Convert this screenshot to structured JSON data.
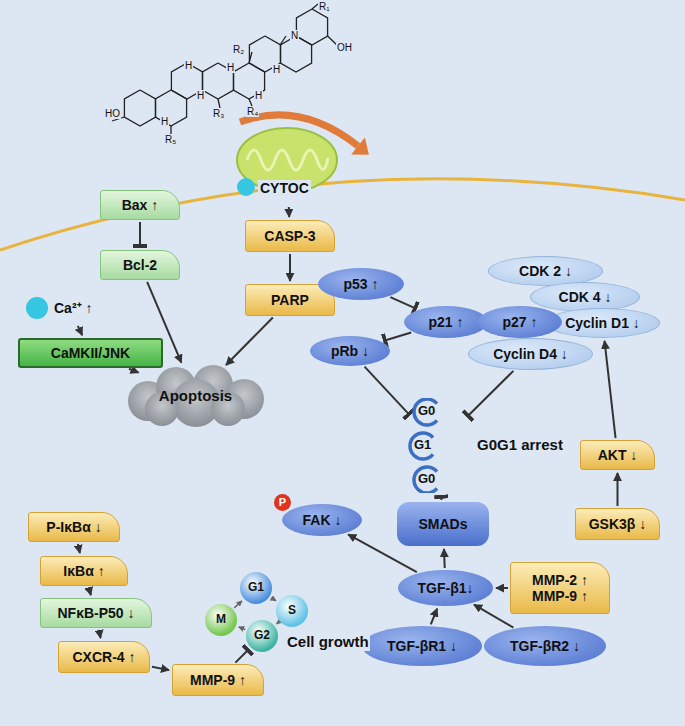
{
  "diagram": {
    "nodes": [
      {
        "text": [
          "Bax ↑"
        ]
      },
      {
        "text": [
          "Bcl-2"
        ]
      },
      {
        "text": [
          "CYTOC"
        ]
      },
      {
        "text": [
          "CASP-3"
        ]
      },
      {
        "text": [
          "PARP"
        ]
      },
      {
        "text": [
          "Ca²⁺ ↑"
        ]
      },
      {
        "text": [
          "CaMKII/JNK"
        ]
      },
      {
        "text": [
          "Apoptosis"
        ]
      },
      {
        "text": [
          "P-IκBα ↓"
        ]
      },
      {
        "text": [
          "IκBα ↑"
        ]
      },
      {
        "text": [
          "NFκB-P50 ↓"
        ]
      },
      {
        "text": [
          "CXCR-4 ↑"
        ]
      },
      {
        "text": [
          "MMP-9 ↑"
        ]
      },
      {
        "text": [
          "G1"
        ]
      },
      {
        "text": [
          "S"
        ]
      },
      {
        "text": [
          "G2"
        ]
      },
      {
        "text": [
          "M"
        ]
      },
      {
        "text": [
          "p53 ↑"
        ]
      },
      {
        "text": [
          "p21 ↑"
        ]
      },
      {
        "text": [
          "p27 ↑"
        ]
      },
      {
        "text": [
          "pRb ↓"
        ]
      },
      {
        "text": [
          "CDK 2 ↓"
        ]
      },
      {
        "text": [
          "CDK 4 ↓"
        ]
      },
      {
        "text": [
          "Cyclin D1 ↓"
        ]
      },
      {
        "text": [
          "Cyclin D4 ↓"
        ]
      },
      {
        "text": [
          "G0",
          "G1",
          "G0",
          "G0G1 arrest"
        ]
      },
      {
        "text": [
          "AKT ↓"
        ]
      },
      {
        "text": [
          "GSK3β ↓"
        ]
      },
      {
        "text": [
          "FAK ↓"
        ]
      },
      {
        "text": [
          "SMADs"
        ]
      },
      {
        "text": [
          "MMP-2 ↑",
          "MMP-9 ↑"
        ]
      },
      {
        "text": [
          "TGF-β1↓"
        ]
      },
      {
        "text": [
          "TGF-βR1 ↓"
        ]
      },
      {
        "text": [
          "TGF-βR2 ↓"
        ]
      }
    ],
    "edges": [
      {
        "from": 0,
        "to": 1,
        "arrow": "to"
      },
      {
        "from": 1,
        "to": 7,
        "arrow": "to"
      },
      {
        "from": 2,
        "to": 3,
        "arrow": "to"
      },
      {
        "from": 3,
        "to": 4,
        "arrow": "to"
      },
      {
        "from": 4,
        "to": 7,
        "arrow": "to"
      },
      {
        "from": 5,
        "to": 6,
        "arrow": "to"
      },
      {
        "from": 6,
        "to": 7,
        "arrow": "to"
      },
      {
        "from": 8,
        "to": 9,
        "arrow": "to"
      },
      {
        "from": 9,
        "to": 10,
        "arrow": "to"
      },
      {
        "from": 10,
        "to": 11,
        "arrow": "to"
      },
      {
        "from": 11,
        "to": 12,
        "arrow": "to"
      },
      {
        "from": 12,
        "to": 15,
        "arrow": "to"
      },
      {
        "from": 13,
        "to": 14,
        "arrow": "to"
      },
      {
        "from": 14,
        "to": 15,
        "arrow": "to"
      },
      {
        "from": 15,
        "to": 16,
        "arrow": "to"
      },
      {
        "from": 16,
        "to": 13,
        "arrow": "to"
      },
      {
        "from": 17,
        "to": 18,
        "arrow": "to"
      },
      {
        "from": 18,
        "to": 20,
        "arrow": "to"
      },
      {
        "from": 20,
        "to": 25,
        "arrow": "to"
      },
      {
        "from": 24,
        "to": 25,
        "arrow": "to"
      },
      {
        "from": 26,
        "to": 23,
        "arrow": "to"
      },
      {
        "from": 27,
        "to": 26,
        "arrow": "to"
      },
      {
        "from": 29,
        "to": 25,
        "arrow": "to"
      },
      {
        "from": 31,
        "to": 29,
        "arrow": "to"
      },
      {
        "from": 31,
        "to": 28,
        "arrow": "to"
      },
      {
        "from": 30,
        "to": 31,
        "arrow": "to"
      },
      {
        "from": 32,
        "to": 31,
        "arrow": "to"
      },
      {
        "from": 33,
        "to": 31,
        "arrow": "to"
      }
    ],
    "labels": [
      "HO",
      "H",
      "H",
      "H",
      "H",
      "H",
      "H",
      "N",
      "OH",
      "R₁",
      "R₂",
      "R₃",
      "R₄",
      "R₅",
      "P",
      "Cell growth"
    ]
  }
}
